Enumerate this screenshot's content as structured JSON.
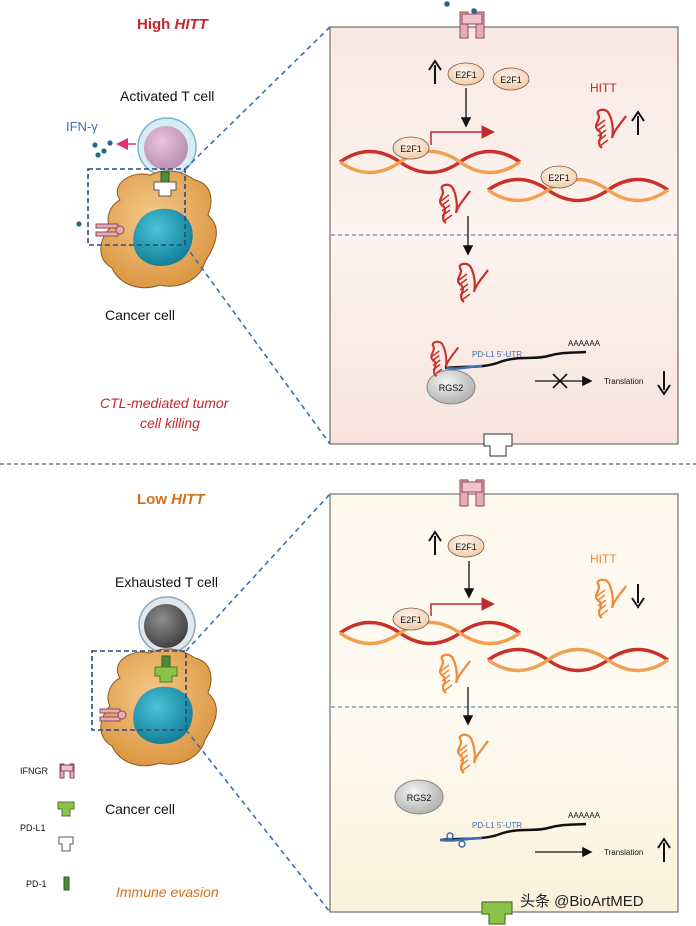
{
  "colors": {
    "high_title": "#c0282e",
    "low_title": "#d0701c",
    "ifn_label": "#3a6fb0",
    "ctl_caption": "#c0282e",
    "evasion_caption": "#d0701c",
    "dashed_line": "#3a6fb0",
    "rna_high": "#c9302c",
    "rna_low": "#ee8a3a",
    "utr_blue": "#3a6fb0",
    "arrow_red": "#c0282e"
  },
  "top": {
    "title_prefix": "High ",
    "title_gene": "HITT",
    "t_cell_label": "Activated T cell",
    "ifn_label": "IFN-γ",
    "cancer_cell_label": "Cancer cell",
    "caption_line1": "CTL-mediated tumor",
    "caption_line2": "cell killing",
    "panel": {
      "e2f1_a": "E2F1",
      "e2f1_b": "E2F1",
      "e2f1_c": "E2F1",
      "e2f1_d": "E2F1",
      "hitt_label": "HITT",
      "utr_label": "PD-L1 5'-UTR",
      "polya": "AAAAAA",
      "rgs2": "RGS2",
      "translation": "Translation"
    }
  },
  "bottom": {
    "title_prefix": "Low ",
    "title_gene": "HITT",
    "t_cell_label": "Exhausted T cell",
    "cancer_cell_label": "Cancer cell",
    "caption": "Immune evasion",
    "panel": {
      "e2f1_a": "E2F1",
      "e2f1_b": "E2F1",
      "hitt_label": "HITT",
      "utr_label": "PD-L1 5'-UTR",
      "polya": "AAAAAA",
      "rgs2": "RGS2",
      "translation": "Translation"
    }
  },
  "legend": {
    "ifngr": "IFNGR",
    "pdl1": "PD-L1",
    "pd1": "PD-1"
  },
  "watermark": "头条 @BioArtMED",
  "icons": [
    "up-arrow-icon",
    "down-arrow-icon",
    "blocked-arrow-icon",
    "dna-helix-icon",
    "rna-hairpin-icon"
  ]
}
